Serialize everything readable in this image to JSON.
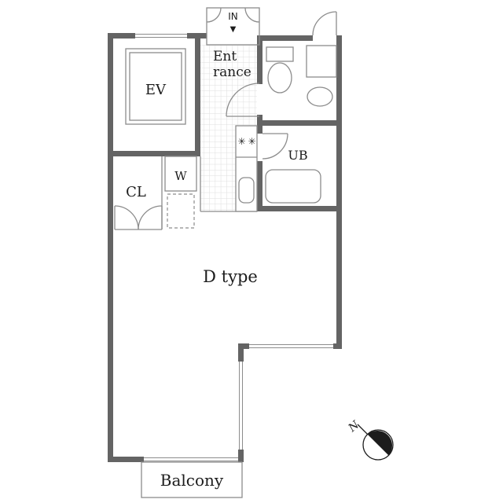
{
  "plan": {
    "unit_label": "D type",
    "rooms": {
      "elevator": "EV",
      "closet": "CL",
      "washer": "W",
      "unit_bath": "UB",
      "balcony": "Balcony"
    },
    "entrance": {
      "line1": "Ent",
      "line2": "rance",
      "direction_label": "IN",
      "direction_arrow": "▼"
    },
    "compass": {
      "north_label": "N"
    },
    "fixtures": {
      "burner_icon": "✳"
    }
  },
  "colors": {
    "wall": "#646464",
    "line": "#8c8c8c",
    "tile_line": "#dedede",
    "text": "#1c1c1c",
    "background": "#ffffff"
  }
}
